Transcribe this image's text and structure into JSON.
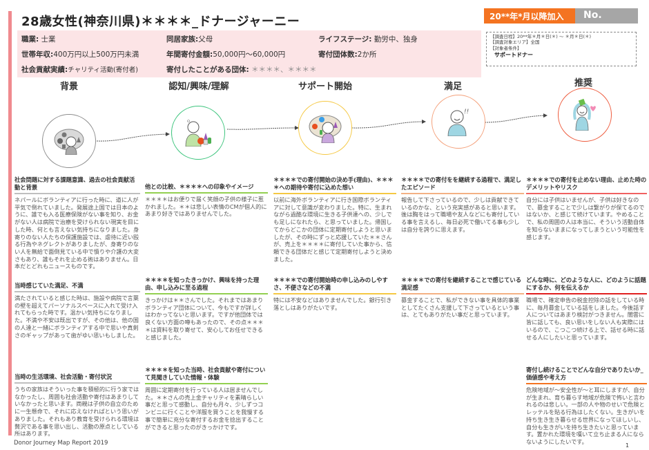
{
  "header": {
    "title": "28歳女性(神奈川県)＊＊＊＊_ドナージャーニー",
    "badge_join": "20**年*月以降加入",
    "badge_no": "No."
  },
  "profile": {
    "occupation_label": "職業:",
    "occupation_value": "士業",
    "household_label": "同居家族:",
    "household_value": "父母",
    "lifestage_label": "ライフステージ:",
    "lifestage_value": "勤労中、独身",
    "income_label": "世帯年収:",
    "income_value": "400万円以上500万円未満",
    "annual_donation_label": "年間寄付金額:",
    "annual_donation_value": "50,000円〜60,000円",
    "org_count_label": "寄付団体数:",
    "org_count_value": "2か所",
    "contribution_label": "社会貢献実績:",
    "contribution_value": "チャリティ活動(寄付者)",
    "orgs_label": "寄付したことがある団体:",
    "orgs_value": "＊＊＊＊、＊＊＊＊"
  },
  "survey": {
    "period": "【調査日程】20**年＊月＊日(＊) 〜 ＊月＊日(＊)",
    "area": "【調査対象エリア】全国",
    "condition": "【対象者条件】",
    "target": "サポートドナー"
  },
  "stages": [
    {
      "label": "背景",
      "color": "#8c8c8c",
      "icon": "person-thinking-gray-icon"
    },
    {
      "label": "認知/興味/理解",
      "color": "#3cc47c",
      "icon": "person-with-shapes-green-icon"
    },
    {
      "label": "サポート開始",
      "color": "#f5c842",
      "icon": "person-thinking-cloud-yellow-icon"
    },
    {
      "label": "満足",
      "color": "#f4a07a",
      "icon": "person-smiling-exclaim-icon"
    },
    {
      "label": "推奨",
      "color": "#ee5a3c",
      "icon": "person-heart-recommend-icon"
    }
  ],
  "columns": [
    {
      "line_color": "#bfbfbf",
      "sections": [
        {
          "title": "社会問題に対する課題意識、過去の社会貢献活動と背景",
          "body": "ネパールにボランティアに行った時に、道に人が平気で倒れていました。発展途上国では日本のように、誰でも入る医療保険がない事を知り、お金がない人は病院で治療を受けられない現実を目にした時、何とも言えない気持ちになりました。身寄りのない人たちの保護施設では、虐待に近い殴る行為やネグレクトがありましたが、身寄りのない人を無給で面倒見ている中で憤りや介護の大変さもあり、誰もそれを止める術はありません。日本だとどれもニュースものです。"
        },
        {
          "title": "当時感じていた満足、不満",
          "body": "満たされていると感じた時は、施設や病院で言葉の壁を超えてパーソナルスペースに入れて受け入れてもらった時です。温かい気持ちになりました。不満や不安は既出ですが、その他は、他の国の人達と一緒にボランティアする中で思いや真剣さのギャップがあって歯がゆい思いもしました。"
        },
        {
          "title": "当時の生活環境、社会活動・寄付状況",
          "body": "うちの家族はそういった事を積極的に行う家ではなかったし、周囲も社会活動や寄付はあまりしていなかったと思います。両親は子供の自立のために一生懸命で、それに応えなければという思いがありました。それもあり教育を受けられる環境は贅沢である事を思い出し、活動の原点としている所はあります。"
        }
      ]
    },
    {
      "line_color": "#92d050",
      "sections": [
        {
          "title": "他との比較、＊＊＊＊への印象やイメージ",
          "body": "＊＊＊＊はお便りで届く笑顔の子供の様子に惹かれました。＊＊は悲しい表情のCMが個人的にあまり好きではありませんでした。"
        },
        {
          "title": "＊＊＊＊を知ったきっかけ、興味を持った理由、申し込みに至る過程",
          "body": "きっかけは＊＊さんでした。それまではあまりボランティア団体について、今もですが詳しくはわかってないと思います。ですが他団体では良くない方面の噂もあったので、その点＊＊＊＊は資料を取り寄せて、安心してお任せできると感じました。"
        },
        {
          "title": "＊＊＊＊を知った当時、社会貢献や寄付について見聞きしていた情報・体験",
          "body": "周囲に定期寄付を行っている人は居ませんでした。＊＊さんの売上金チャリティを素晴らしい事だと思って感動し、自分も月々、少しずつコンビニに行くことや洋服を買うことを我慢する事で簡単に充分な寄付するお金を捻出することができると思ったのがきっかけです。"
        }
      ]
    },
    {
      "line_color": "#f5c842",
      "sections": [
        {
          "title": "＊＊＊＊での寄付開始の決め手(理由)、＊＊＊＊への期待や寄付に込めた想い",
          "body": "以前に海外ボランティアに行き国際ボランティアに対して意識が変わりました。特に、生まれながら過酷な環境に生きる子供達への、少しでも足しになれたら、と思っていました。帰国してからどこかの団体に定期寄付しようと思いましたが、その時にずっと応援していた＊＊さんが、売上を＊＊＊＊に寄付していた事から、信頼できる団体だと感じて定期寄付しようと決めました。"
        },
        {
          "title": "＊＊＊＊での寄付開始時の申し込みのしやすさ、不便さなどの不満",
          "body": "特には不安などはありませんでした。銀行引き落としはありがたいです。"
        }
      ]
    },
    {
      "line_color": "#f4b183",
      "sections": [
        {
          "title": "＊＊＊＊での寄付をを継続する過程で、満足したエピソード",
          "body": "報告して下さっているので、少しは貢献できているのかな、という充実感があると思います。後は胸をはって職場や友人などにも寄付している事を言えるし、毎日必死で働いてる事も少しは自分を誇りに思えます。"
        },
        {
          "title": "＊＊＊＊での寄付を継続することで感じている満足感",
          "body": "募金することで、私ができない事を具体的事業としてたくさん支援して下さっているという事は、とてもありがたい事だと思っています。"
        }
      ]
    },
    {
      "line_color": "#f06060",
      "sections": [
        {
          "title": "＊＊＊＊での寄付を止めない理由、止めた時のデメリットやリスク",
          "body": "自分には子供はいませんが、子供は好きなので、募金することで少しは繋がりが保てるのではないか、と感じて続けています。やめることで、私の周囲の人は本当に、そういう活動自体を知らないままになってしまうという可能性を感じます。"
        },
        {
          "title": "どんな時に、どのような人に、どのように話題にするか、何を伝えるか",
          "body": "職場で、確定申告の税金控除の話をしている時に、毎月募金している話をしました。今後話す人についてはあまり検討がつきません。闇雲に皆に話しても、良い思いをしない人も実際にはいるので、こつこつ続ける上で、話せる時に話せる人にしたいと思っています。"
        },
        {
          "title": "寄付し続けることでどんな自分でありたいか_価値感や考え方",
          "body": "危険地域が〜安全性が〜と耳にしますが、自分が生まれ、育ち暮らす地域が危険で怖いと言われるのは悲しい。一部の人や物のせいで危険とレッテルを貼る行為はしたくない。生きがいを持ち生き生き暮らせる世界になってほしいし、自分も生きがいを持ち生きたいと思っています。置かれた環境を嘆いて立ち止まる人にならないようにしたいです。"
        }
      ]
    }
  ],
  "footer": {
    "report": "Donor Journey Map Report 2019",
    "page": "1"
  }
}
